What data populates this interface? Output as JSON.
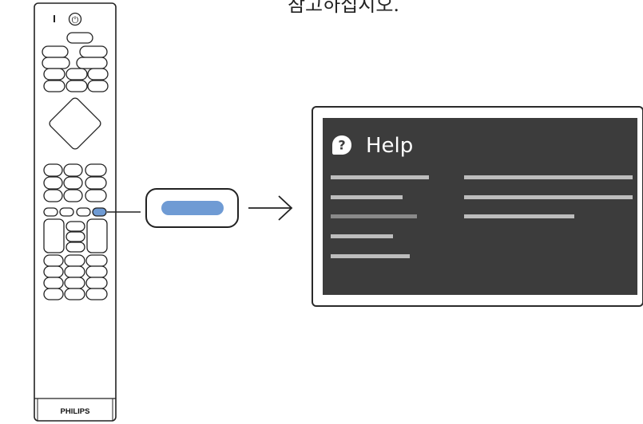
{
  "caption": "참고하십시오.",
  "remote": {
    "brand": "PHILIPS",
    "power_symbol": "⏻",
    "highlight_color": "#6f9bd4"
  },
  "tv": {
    "title": "Help",
    "help_icon_glyph": "?",
    "screen_color": "#3c3c3c",
    "line_color": "#b8b8b8"
  }
}
